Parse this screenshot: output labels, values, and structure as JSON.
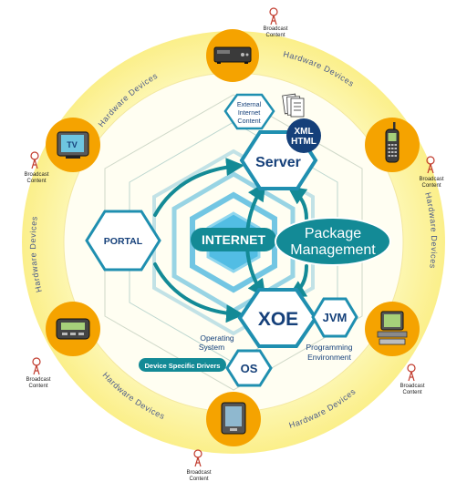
{
  "ring_label": "Hardware Devices",
  "broadcast": {
    "line1": "Broadcast",
    "line2": "Content"
  },
  "external_content": {
    "line1": "External",
    "line2": "Internet",
    "line3": "Content"
  },
  "xml": {
    "line1": "XML",
    "line2": "HTML"
  },
  "server": "Server",
  "internet": "INTERNET",
  "portal": "PORTAL",
  "package_management": {
    "line1": "Package",
    "line2": "Management"
  },
  "xoe": "XOE",
  "jvm": "JVM",
  "os": "OS",
  "operating_system": {
    "line1": "Operating",
    "line2": "System"
  },
  "programming_environment": {
    "line1": "Programming",
    "line2": "Environment"
  },
  "device_drivers": "Device Specific Drivers",
  "tv_label": "TV",
  "colors": {
    "ring": "#fdf6a8",
    "disc": "#fcf8cc",
    "device_circle": "#f5a300",
    "hex_stroke": "#1f8fb0",
    "teal": "#138a96",
    "navy": "#15407a"
  },
  "icons": [
    "set-top-box-icon",
    "tv-icon",
    "cell-phone-icon",
    "pager-icon",
    "desktop-computer-icon",
    "pda-icon",
    "broadcast-tower-icon",
    "document-stack-icon"
  ]
}
